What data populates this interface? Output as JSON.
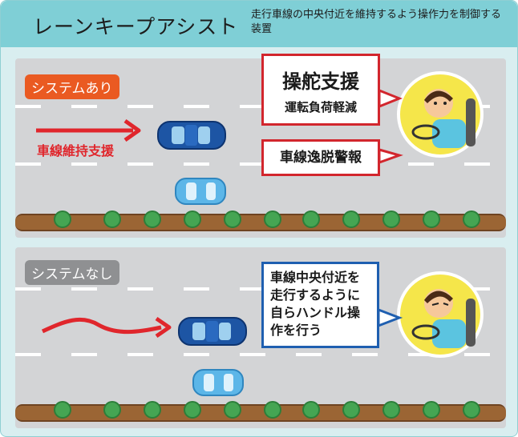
{
  "header": {
    "title": "レーンキープアシスト",
    "subtitle": "走行車線の中央付近を維持するよう操作力を制御する装置"
  },
  "panel_with_system": {
    "badge": "システムあり",
    "arrow_label": "車線維持支援",
    "callout_main": "操舵支援",
    "callout_sub": "運転負荷軽減",
    "callout_warning": "車線逸脱警報",
    "colors": {
      "badge": "#ea5a22",
      "callout_border": "#d2262d",
      "arrow": "#e0262c"
    }
  },
  "panel_without_system": {
    "badge": "システムなし",
    "callout_text": "車線中央付近を走行するように自らハンドル操作を行う",
    "colors": {
      "badge": "#8f9092",
      "callout_border": "#1f5fb0",
      "arrow": "#e0262c"
    }
  },
  "icons": [
    "driver-icon",
    "car-icon",
    "hedge-bush-icon",
    "arrow-icon"
  ]
}
